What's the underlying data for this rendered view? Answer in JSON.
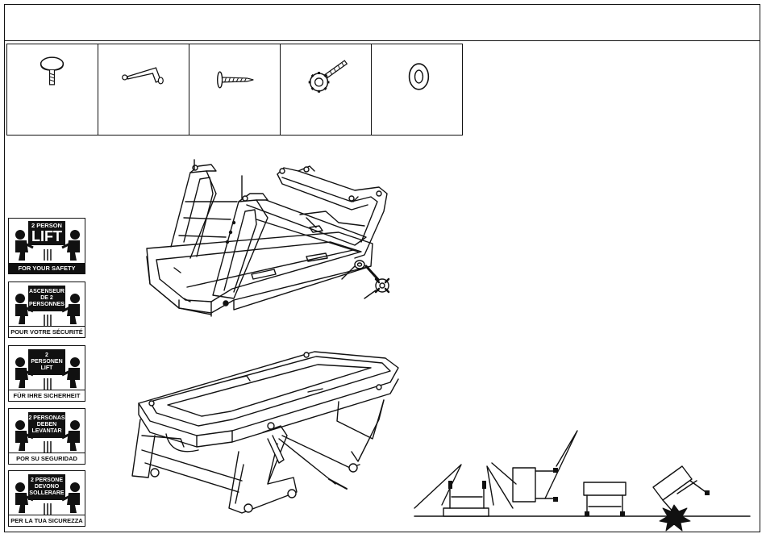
{
  "parts_icons": [
    {
      "icon": "leveler-foot-icon"
    },
    {
      "icon": "hex-key-icon"
    },
    {
      "icon": "screw-icon"
    },
    {
      "icon": "bolt-with-nut-icon"
    },
    {
      "icon": "washer-icon"
    }
  ],
  "safety_signs": [
    {
      "banner_small": "2 PERSON",
      "banner_big": "LIFT",
      "footer": "FOR YOUR SAFETY"
    },
    {
      "banner": "ASCENSEUR\nDE 2\nPERSONNES",
      "footer": "POUR VOTRE SÉCURITÉ"
    },
    {
      "banner": "2\nPERSONEN\nLIFT",
      "footer": "FÜR IHRE SICHERHEIT"
    },
    {
      "banner": "2 PERSONAS\nDEBEN\nLEVANTAR",
      "footer": "POR SU SEGURIDAD"
    },
    {
      "banner": "2 PERSONE\nDEVONO\nSOLLERARE",
      "footer": "PER LA TUA SICUREZZA"
    }
  ],
  "colors": {
    "line": "#111111",
    "background": "#ffffff",
    "impact": "#111111"
  }
}
